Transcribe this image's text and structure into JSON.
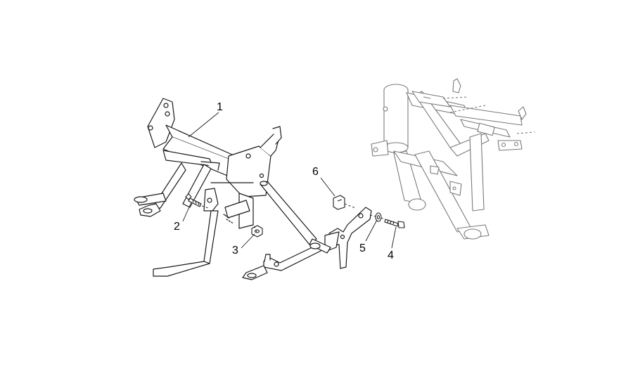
{
  "diagram": {
    "callouts": [
      {
        "id": "callout-1",
        "label": "1"
      },
      {
        "id": "callout-2",
        "label": "2"
      },
      {
        "id": "callout-3",
        "label": "3"
      },
      {
        "id": "callout-4",
        "label": "4"
      },
      {
        "id": "callout-5",
        "label": "5"
      },
      {
        "id": "callout-6",
        "label": "6"
      }
    ],
    "colors": {
      "line": "#1a1a1a",
      "ghost": "#7a7a7a",
      "fill": "#ffffff"
    }
  }
}
